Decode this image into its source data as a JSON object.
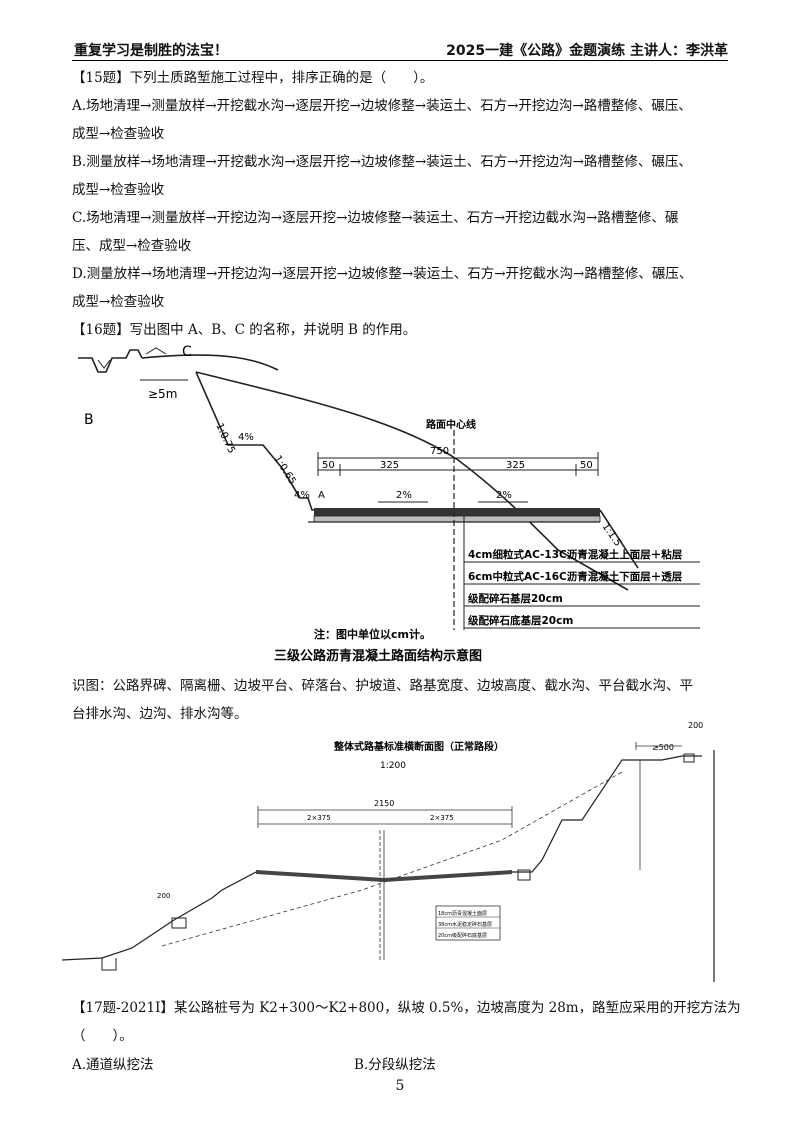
{
  "header": {
    "left": "重复学习是制胜的法宝！",
    "right": "2025一建《公路》金题演练 主讲人：李洪革"
  },
  "q15": {
    "stem": "【15题】下列土质路堑施工过程中，排序正确的是（　　）。",
    "options": [
      [
        "A.场地清理→测量放样→开挖截水沟→逐层开挖→边坡修整→装运土、石方→开挖边沟→路槽整修、碾压、",
        "成型→检查验收"
      ],
      [
        "B.测量放样→场地清理→开挖截水沟→逐层开挖→边坡修整→装运土、石方→开挖边沟→路槽整修、碾压、",
        "成型→检查验收"
      ],
      [
        "C.场地清理→测量放样→开挖边沟→逐层开挖→边坡修整→装运土、石方→开挖边截水沟→路槽整修、碾",
        "压、成型→检查验收"
      ],
      [
        "D.测量放样→场地清理→开挖边沟→逐层开挖→边坡修整→装运土、石方→开挖截水沟→路槽整修、碾压、",
        "成型→检查验收"
      ]
    ]
  },
  "q16": {
    "stem": "【16题】写出图中 A、B、C 的名称，并说明 B 的作用。",
    "figure": {
      "label_a": "A",
      "label_b": "B",
      "label_c": "C",
      "dist": "≥5m",
      "slope1": "1:0.75",
      "slope2": "1:0.65",
      "slope3": "1:1.5",
      "grade1": "4%",
      "grade2": "4%",
      "grade_left": "2%",
      "grade_right": "2%",
      "centerline": "路面中心线",
      "dim_total": "750",
      "dim_shoulder_l": "50",
      "dim_lane_l": "325",
      "dim_lane_r": "325",
      "dim_shoulder_r": "50",
      "layers": [
        "4cm细粒式AC-13C沥青混凝土上面层＋粘层",
        "6cm中粒式AC-16C沥青混凝土下面层＋透层",
        "级配碎石基层20cm",
        "级配碎石底基层20cm"
      ],
      "note": "注：图中单位以cm计。",
      "caption": "三级公路沥青混凝土路面结构示意图"
    },
    "identify": [
      "识图：公路界碑、隔离栅、边坡平台、碎落台、护坡道、路基宽度、边坡高度、截水沟、平台截水沟、平",
      "台排水沟、边沟、排水沟等。"
    ]
  },
  "fig17": {
    "title": "整体式路基标准横断面图（正常路段）",
    "scale": "1:200",
    "dim_total": "2150",
    "dim_lane_l": "2×375",
    "dim_lane_r": "2×375",
    "dim_top_right": "200",
    "dim_500": "≥500",
    "dim_left_200": "200",
    "layer_notes": [
      "18cm沥青混凝土面层",
      "38cm水泥稳定碎石基层",
      "20cm级配碎石底基层"
    ]
  },
  "q17": {
    "line1": "【17题-2021Ⅰ】某公路桩号为 K2+300～K2+800，纵坡 0.5%，边坡高度为 28m，路堑应采用的开挖方法为",
    "line2": "（　　）。",
    "option_a": "A.通道纵挖法",
    "option_b": "B.分段纵挖法"
  },
  "page_number": "5"
}
